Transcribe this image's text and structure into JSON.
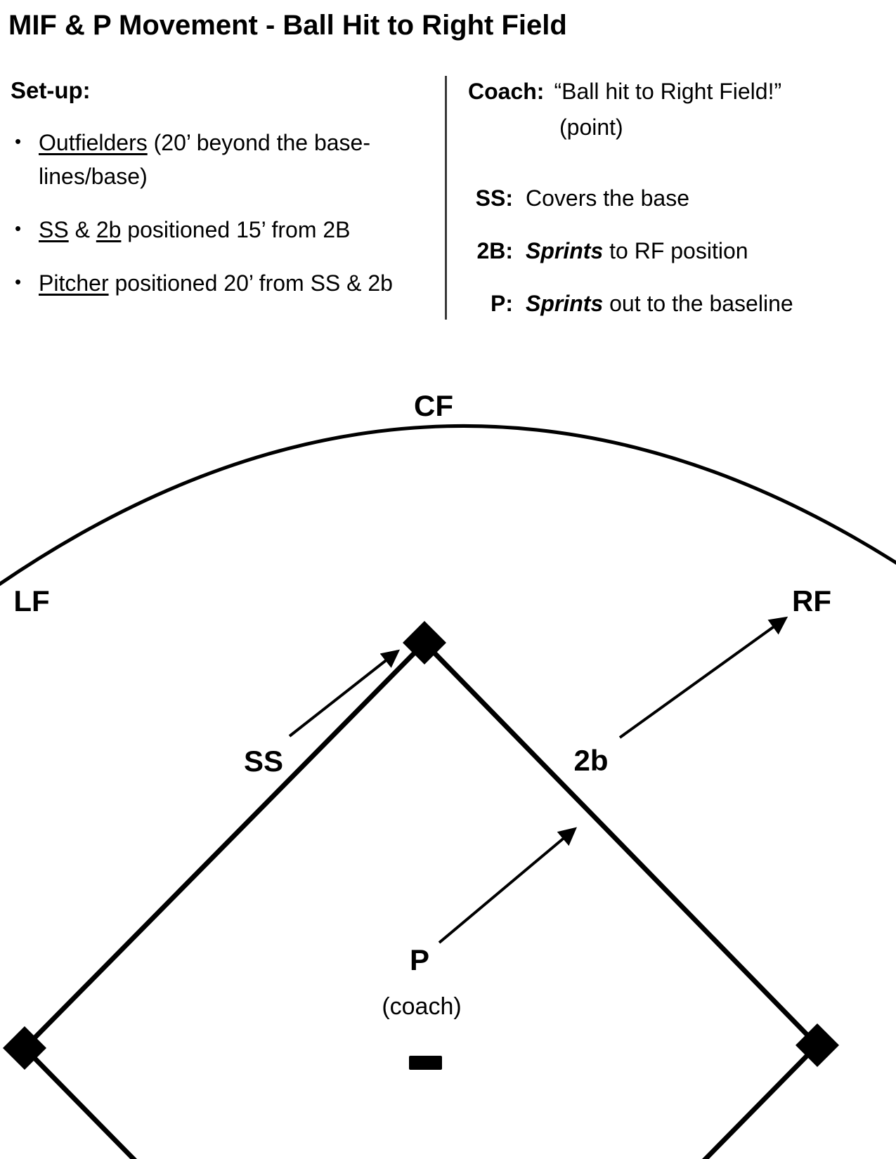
{
  "page": {
    "title": "MIF & P Movement - Ball Hit to Right Field"
  },
  "setup": {
    "heading": "Set-up:",
    "bullet1": {
      "underline": "Outfielders",
      "rest": " (20’ beyond the base-lines/base)"
    },
    "bullet2": {
      "underline1": "SS",
      "mid": " & ",
      "underline2": "2b",
      "rest": " positioned 15’ from 2B"
    },
    "bullet3": {
      "underline": "Pitcher",
      "rest": " positioned 20’ from SS & 2b"
    }
  },
  "calls": {
    "coach_label": "Coach:",
    "coach_text": "“Ball hit to Right Field!”",
    "coach_sub": "(point)",
    "ss_label": "SS:",
    "ss_text": "Covers the base",
    "b2_label": "2B:",
    "b2_italic": "Sprints",
    "b2_rest": " to RF position",
    "p_label": "P:",
    "p_italic": "Sprints",
    "p_rest": " out to the baseline"
  },
  "diagram": {
    "cf_label": "CF",
    "lf_label": "LF",
    "rf_label": "RF",
    "ss_label": "SS",
    "b2_label": "2b",
    "p_label": "P",
    "coach_label": "(coach)",
    "line_color": "#000000"
  }
}
